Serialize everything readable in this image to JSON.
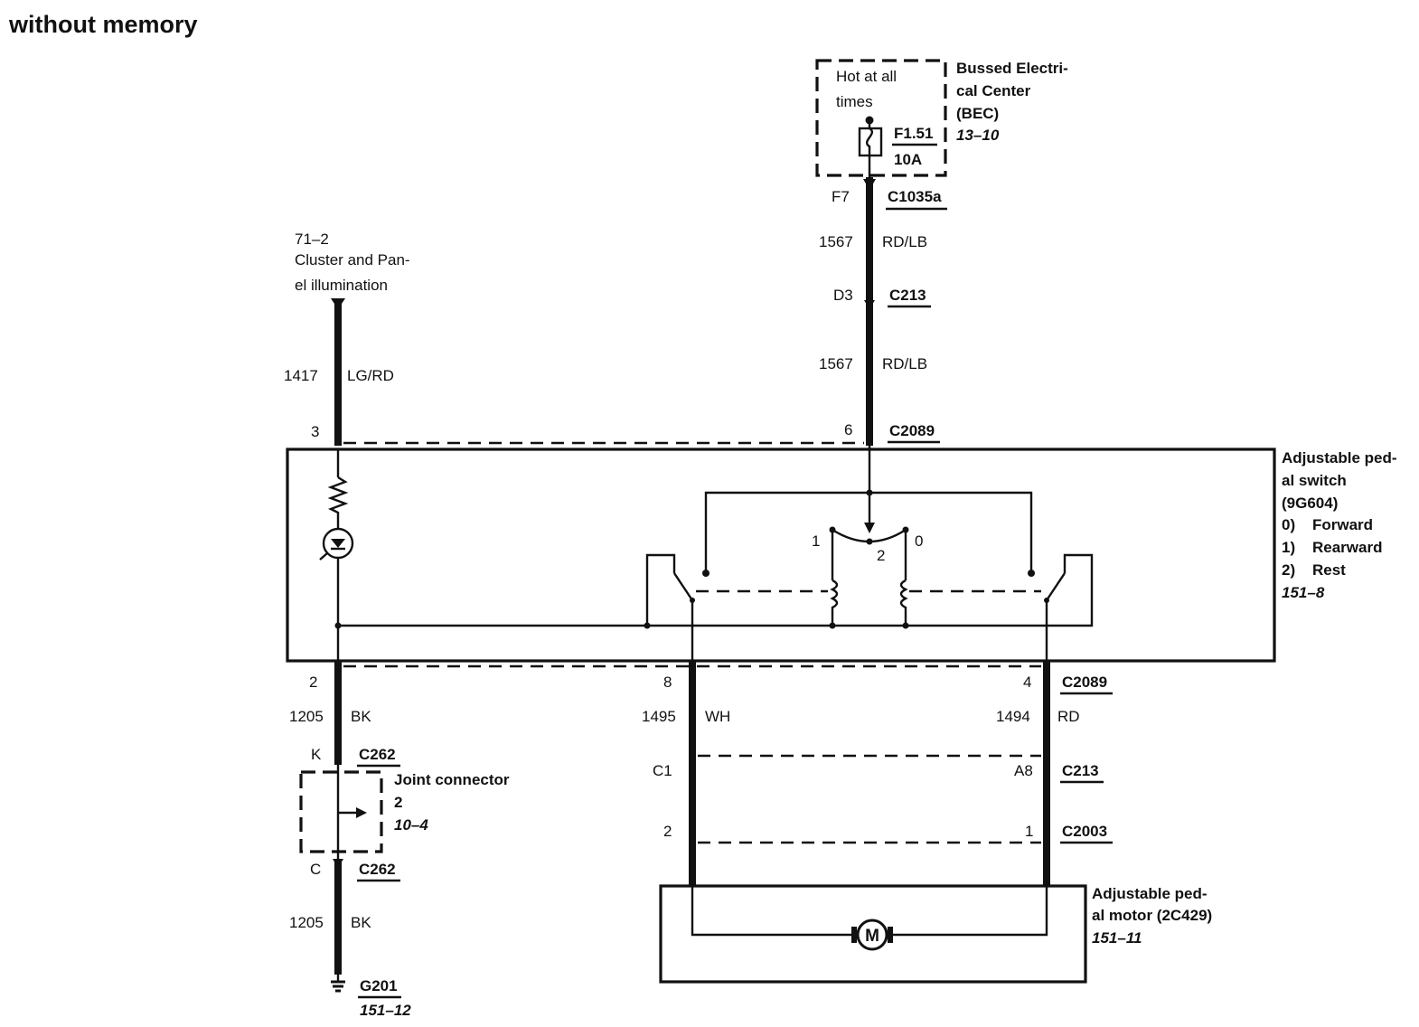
{
  "title": "without memory",
  "bec": {
    "hot_label_1": "Hot at all",
    "hot_label_2": "times",
    "fuse_id": "F1.51",
    "fuse_rating": "10A",
    "name_1": "Bussed Electri-",
    "name_2": "cal Center",
    "name_3": "(BEC)",
    "ref": "13–10"
  },
  "illumination": {
    "ref": "71–2",
    "name_1": "Cluster and Pan-",
    "name_2": "el illumination"
  },
  "circuits": {
    "c1417": "1417",
    "lgrd": "LG/RD",
    "c1567_a": "1567",
    "rdlb_a": "RD/LB",
    "c1567_b": "1567",
    "rdlb_b": "RD/LB",
    "c1205_a": "1205",
    "bk_a": "BK",
    "c1205_b": "1205",
    "bk_b": "BK",
    "c1495": "1495",
    "wh": "WH",
    "c1494": "1494",
    "rd": "RD"
  },
  "connectors": {
    "f7": "F7",
    "c1035a": "C1035a",
    "d3": "D3",
    "c213_top": "C213",
    "pin3": "3",
    "pin6": "6",
    "c2089_top": "C2089",
    "pin2": "2",
    "pin8": "8",
    "pin4": "4",
    "c2089_bottom": "C2089",
    "k": "K",
    "c262_top": "C262",
    "c": "C",
    "c262_bottom": "C262",
    "c1": "C1",
    "a8": "A8",
    "c213_bottom": "C213",
    "pin2_c2003": "2",
    "pin1_c2003": "1",
    "c2003": "C2003"
  },
  "switch": {
    "name_1": "Adjustable ped-",
    "name_2": "al switch",
    "part": "(9G604)",
    "pos0": "0)",
    "pos0_label": "Forward",
    "pos1": "1)",
    "pos1_label": "Rearward",
    "pos2": "2)",
    "pos2_label": "Rest",
    "ref": "151–8",
    "contact_1": "1",
    "contact_2": "2",
    "contact_0": "0"
  },
  "joint": {
    "name": "Joint connector",
    "number": "2",
    "ref": "10–4"
  },
  "ground": {
    "id": "G201",
    "ref": "151–12"
  },
  "motor": {
    "name_1": "Adjustable ped-",
    "name_2": "al motor (2C429)",
    "ref": "151–11",
    "symbol": "M"
  }
}
